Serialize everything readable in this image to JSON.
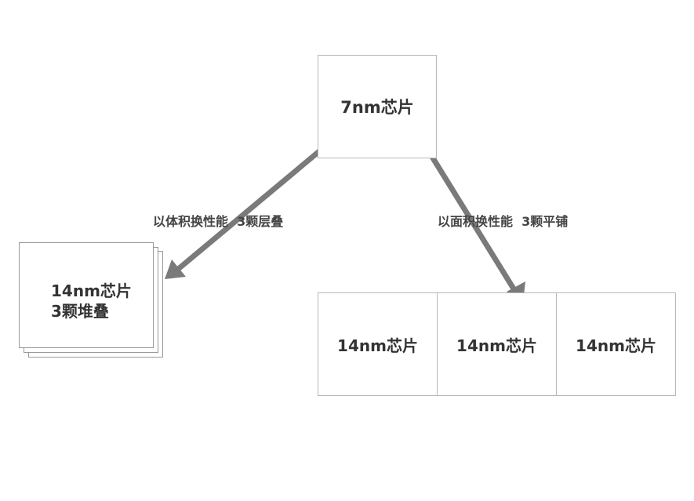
{
  "nodes": {
    "top": {
      "label": "7nm芯片"
    },
    "stacked": {
      "line1": "14nm芯片",
      "line2": "3颗堆叠"
    },
    "tiles": [
      "14nm芯片",
      "14nm芯片",
      "14nm芯片"
    ]
  },
  "edges": {
    "left": {
      "label": "以体积换性能  3颗层叠"
    },
    "right": {
      "label": "以面积换性能  3颗平铺"
    }
  },
  "colors": {
    "arrow": "#7a7a7a",
    "border": "#b8b8b8",
    "text": "#333333"
  }
}
